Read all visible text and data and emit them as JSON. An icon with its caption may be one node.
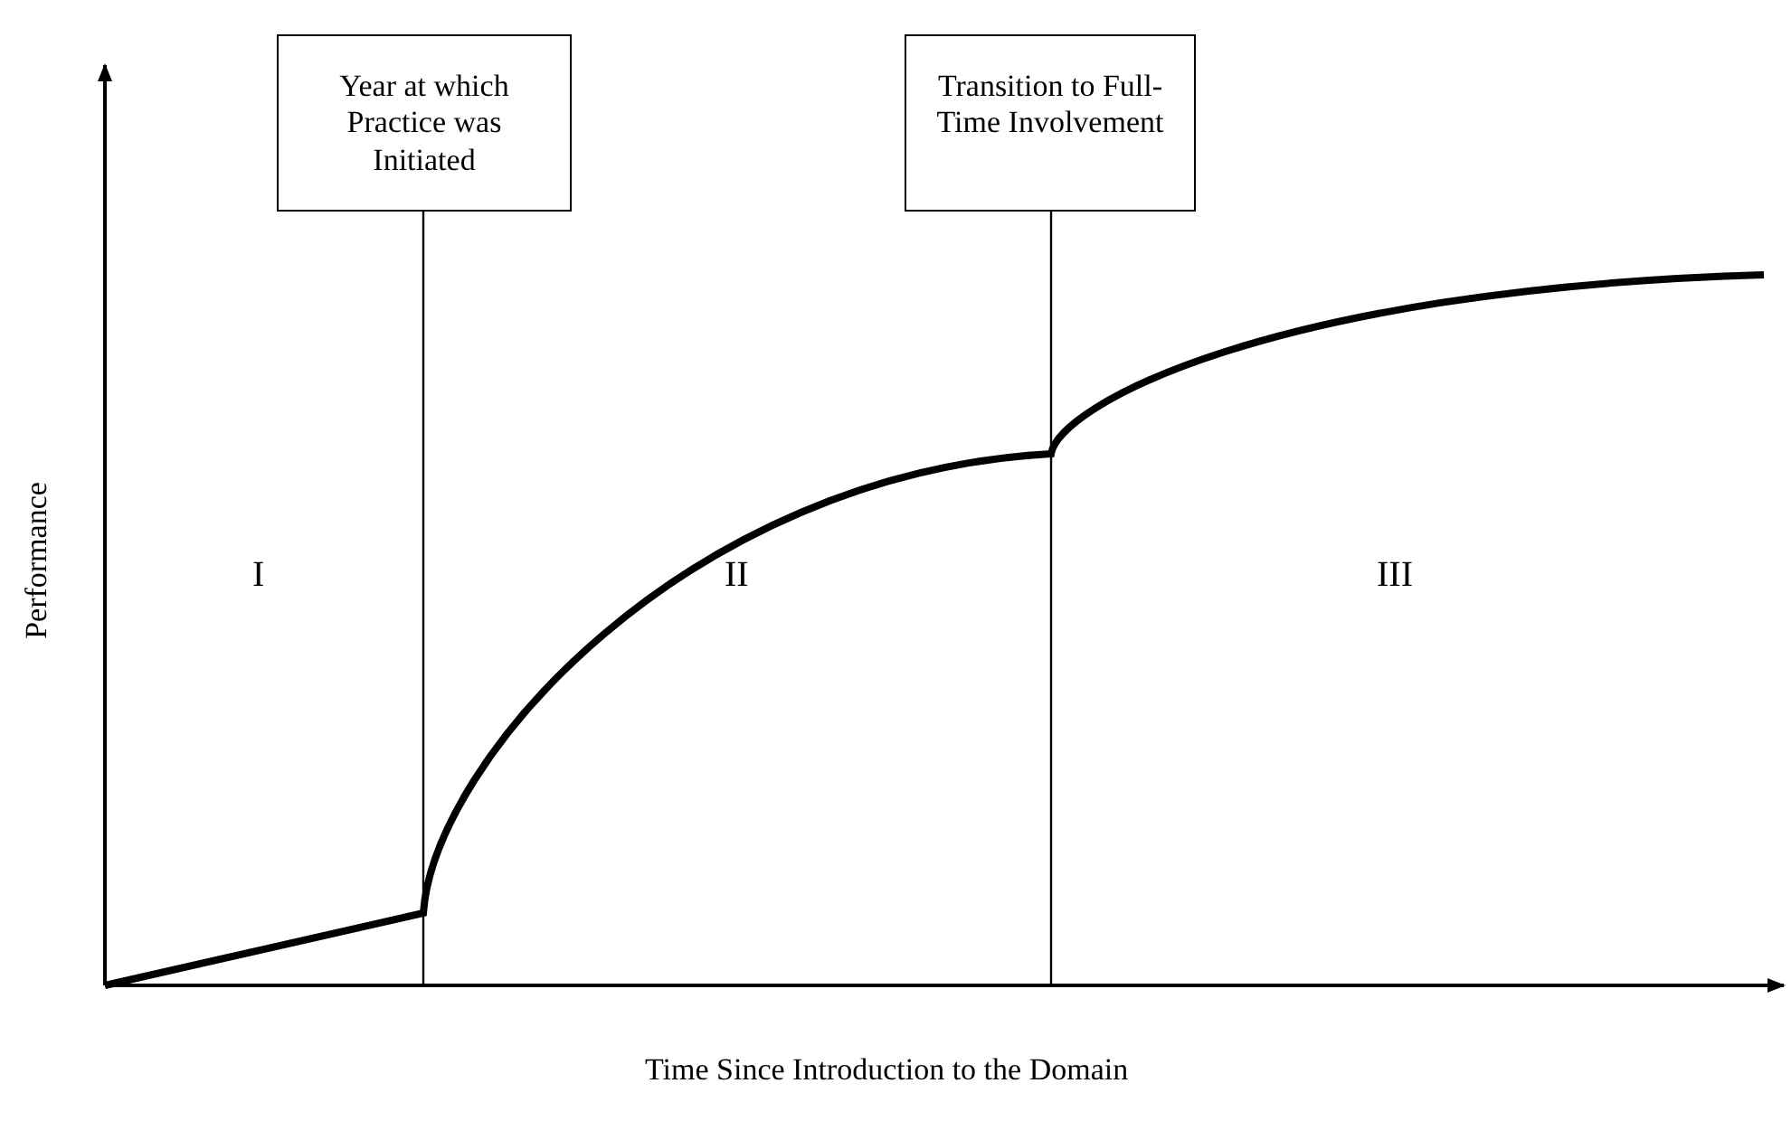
{
  "diagram": {
    "nodes": [
      {
        "text": [
          "Year at which Practice was Initiated"
        ]
      },
      {
        "text": [
          "Transition to Full-Time Involvement"
        ]
      }
    ],
    "edges": [
      {
        "from": 0,
        "to": null,
        "arrow": "none"
      },
      {
        "from": 1,
        "to": null,
        "arrow": "none"
      }
    ],
    "labels": [
      "Performance",
      "I",
      "II",
      "III",
      "Time Since Introduction to the Domain"
    ]
  }
}
